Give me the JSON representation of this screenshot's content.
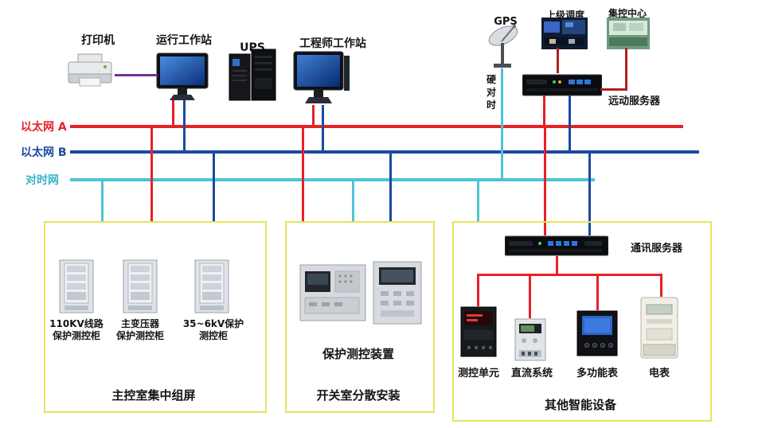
{
  "nets": {
    "a": {
      "label": "以太网 A",
      "color": "#e82028"
    },
    "b": {
      "label": "以太网 B",
      "color": "#1b4aa0"
    },
    "t": {
      "label": "对时网",
      "color": "#4cc3d6"
    }
  },
  "top": {
    "printer": "打印机",
    "operator_ws": "运行工作站",
    "ups": "UPS",
    "engineer_ws": "工程师工作站",
    "gps": "GPS",
    "dispatch": "上级调度",
    "control_center": "集控中心",
    "telemetry_server": "远动服务器",
    "gps_vertical": "硬对时"
  },
  "panel_room": {
    "title": "主控室集中组屏",
    "cabinets": [
      {
        "line1": "110KV线路",
        "line2": "保护测控柜"
      },
      {
        "line1": "主变压器",
        "line2": "保护测控柜"
      },
      {
        "line1": "35~6kV保护",
        "line2": "测控柜"
      }
    ]
  },
  "switch_room": {
    "title": "开关室分散安装",
    "device": "保护测控装置"
  },
  "smart": {
    "title": "其他智能设备",
    "comm_server": "通讯服务器",
    "devices": [
      "测控单元",
      "直流系统",
      "多功能表",
      "电表"
    ]
  },
  "colors": {
    "ethernet_a": "#e82028",
    "ethernet_b": "#1b4aa0",
    "time_net": "#4cc3d6",
    "printer_link": "#7030a0",
    "box_border": "#e4e45a",
    "distribution_red": "#e82028"
  }
}
